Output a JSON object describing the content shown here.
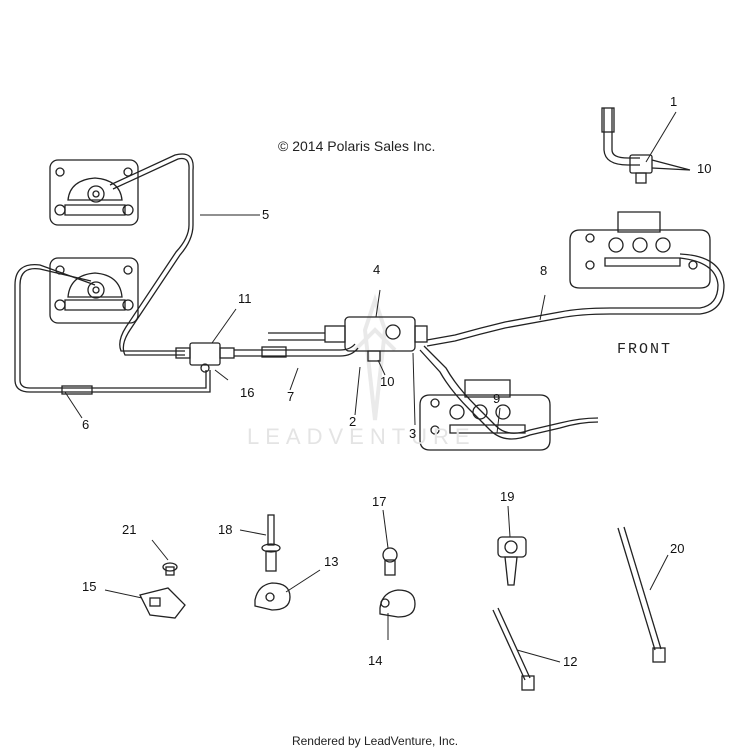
{
  "copyright": "© 2014 Polaris Sales Inc.",
  "front_label": "FRONT",
  "watermark": "LEADVENTURE",
  "footer": "Rendered by LeadVenture, Inc.",
  "callouts": [
    "1",
    "2",
    "3",
    "4",
    "5",
    "6",
    "7",
    "8",
    "9",
    "10",
    "10",
    "11",
    "12",
    "13",
    "14",
    "15",
    "16",
    "17",
    "18",
    "19",
    "20",
    "21"
  ]
}
